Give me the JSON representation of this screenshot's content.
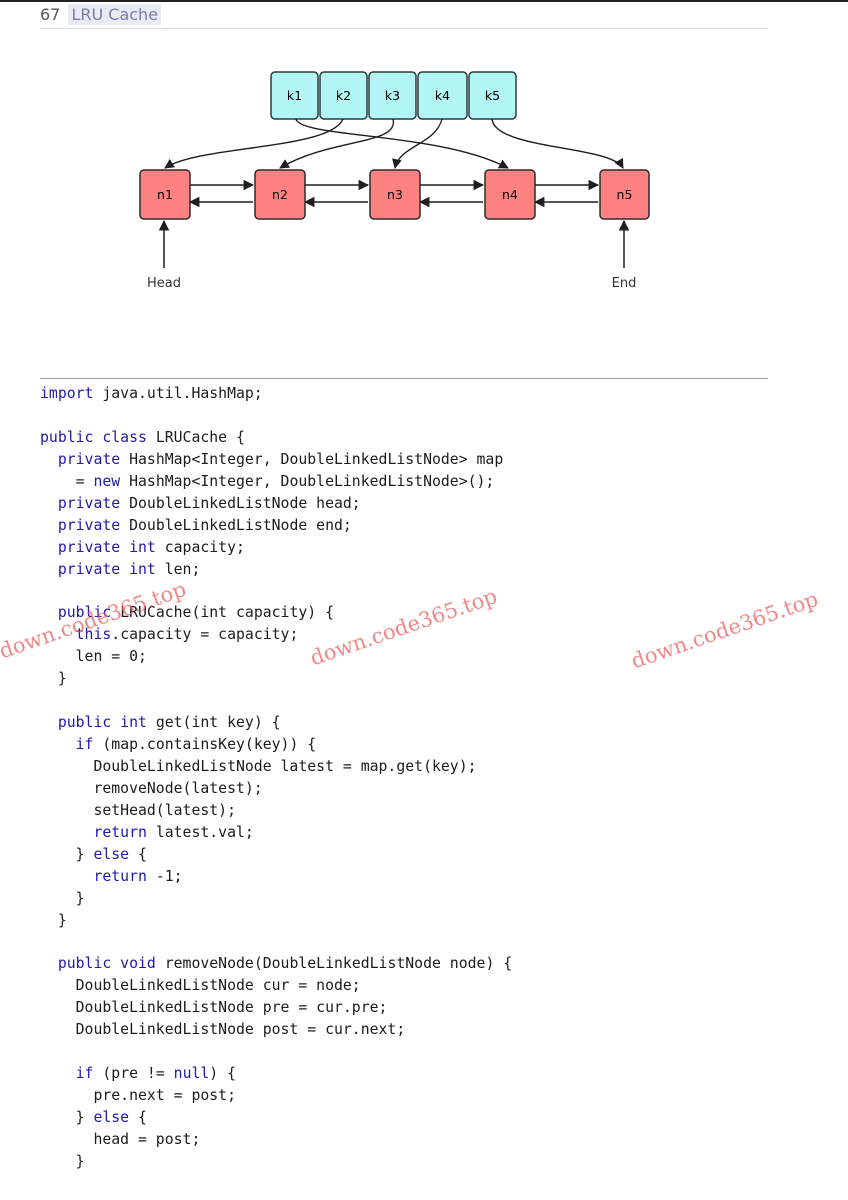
{
  "header": {
    "number": "67",
    "title": "LRU Cache"
  },
  "diagram": {
    "keys": [
      "k1",
      "k2",
      "k3",
      "k4",
      "k5"
    ],
    "nodes": [
      "n1",
      "n2",
      "n3",
      "n4",
      "n5"
    ],
    "head_label": "Head",
    "end_label": "End",
    "colors": {
      "key_fill": "#b3f6f6",
      "node_fill": "#ff8282",
      "line": "#1e1e1e"
    }
  },
  "code": {
    "lines": [
      [
        {
          "k": 1,
          "t": "import"
        },
        {
          "t": " java.util.HashMap;"
        }
      ],
      [],
      [
        {
          "k": 1,
          "t": "public class"
        },
        {
          "t": " LRUCache {"
        }
      ],
      [
        {
          "t": "  "
        },
        {
          "k": 1,
          "t": "private"
        },
        {
          "t": " HashMap<Integer, DoubleLinkedListNode> map"
        }
      ],
      [
        {
          "t": "    = "
        },
        {
          "k": 1,
          "t": "new"
        },
        {
          "t": " HashMap<Integer, DoubleLinkedListNode>();"
        }
      ],
      [
        {
          "t": "  "
        },
        {
          "k": 1,
          "t": "private"
        },
        {
          "t": " DoubleLinkedListNode head;"
        }
      ],
      [
        {
          "t": "  "
        },
        {
          "k": 1,
          "t": "private"
        },
        {
          "t": " DoubleLinkedListNode end;"
        }
      ],
      [
        {
          "t": "  "
        },
        {
          "k": 1,
          "t": "private int"
        },
        {
          "t": " capacity;"
        }
      ],
      [
        {
          "t": "  "
        },
        {
          "k": 1,
          "t": "private int"
        },
        {
          "t": " len;"
        }
      ],
      [],
      [
        {
          "t": "  "
        },
        {
          "k": 1,
          "t": "public"
        },
        {
          "t": " LRUCache(int capacity) {"
        }
      ],
      [
        {
          "t": "    "
        },
        {
          "k": 1,
          "t": "this"
        },
        {
          "t": ".capacity = capacity;"
        }
      ],
      [
        {
          "t": "    len = 0;"
        }
      ],
      [
        {
          "t": "  }"
        }
      ],
      [],
      [
        {
          "t": "  "
        },
        {
          "k": 1,
          "t": "public int"
        },
        {
          "t": " get(int key) {"
        }
      ],
      [
        {
          "t": "    "
        },
        {
          "k": 1,
          "t": "if"
        },
        {
          "t": " (map.containsKey(key)) {"
        }
      ],
      [
        {
          "t": "      DoubleLinkedListNode latest = map.get(key);"
        }
      ],
      [
        {
          "t": "      removeNode(latest);"
        }
      ],
      [
        {
          "t": "      setHead(latest);"
        }
      ],
      [
        {
          "t": "      "
        },
        {
          "k": 1,
          "t": "return"
        },
        {
          "t": " latest.val;"
        }
      ],
      [
        {
          "t": "    } "
        },
        {
          "k": 1,
          "t": "else"
        },
        {
          "t": " {"
        }
      ],
      [
        {
          "t": "      "
        },
        {
          "k": 1,
          "t": "return"
        },
        {
          "t": " -1;"
        }
      ],
      [
        {
          "t": "    }"
        }
      ],
      [
        {
          "t": "  }"
        }
      ],
      [],
      [
        {
          "t": "  "
        },
        {
          "k": 1,
          "t": "public void"
        },
        {
          "t": " removeNode(DoubleLinkedListNode node) {"
        }
      ],
      [
        {
          "t": "    DoubleLinkedListNode cur = node;"
        }
      ],
      [
        {
          "t": "    DoubleLinkedListNode pre = cur.pre;"
        }
      ],
      [
        {
          "t": "    DoubleLinkedListNode post = cur.next;"
        }
      ],
      [],
      [
        {
          "t": "    "
        },
        {
          "k": 1,
          "t": "if"
        },
        {
          "t": " (pre != "
        },
        {
          "k": 1,
          "t": "null"
        },
        {
          "t": ") {"
        }
      ],
      [
        {
          "t": "      pre.next = post;"
        }
      ],
      [
        {
          "t": "    } "
        },
        {
          "k": 1,
          "t": "else"
        },
        {
          "t": " {"
        }
      ],
      [
        {
          "t": "      head = post;"
        }
      ],
      [
        {
          "t": "    }"
        }
      ]
    ]
  },
  "watermark": {
    "text": "down.code365.top"
  }
}
